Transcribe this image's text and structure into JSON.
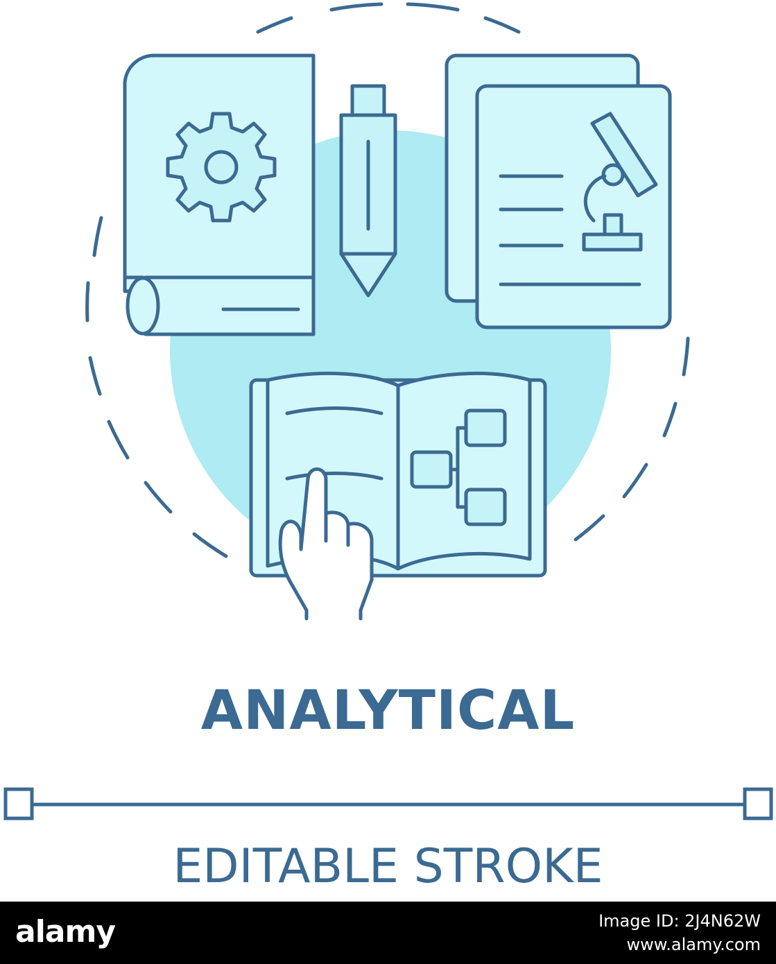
{
  "title": "ANALYTICAL",
  "subtitle": "EDITABLE STROKE",
  "colors": {
    "stroke": "#3b6a92",
    "fill_light": "#d3f8fb",
    "fill_circle": "#aeebf2",
    "fill_soft": "#c6f3f8",
    "text": "#3b6a92",
    "footer_bg": "#000000",
    "footer_text": "#ffffff"
  },
  "icons": {
    "settings_book": "gear-book-icon",
    "pencil": "pencil-icon",
    "lab_document": "microscope-document-icon",
    "open_book": "flowchart-book-icon",
    "pointing_hand": "pointing-hand-icon"
  },
  "footer": {
    "logo": "alamy",
    "image_id": "Image ID: 2J4N62W",
    "site": "www.alamy.com"
  }
}
